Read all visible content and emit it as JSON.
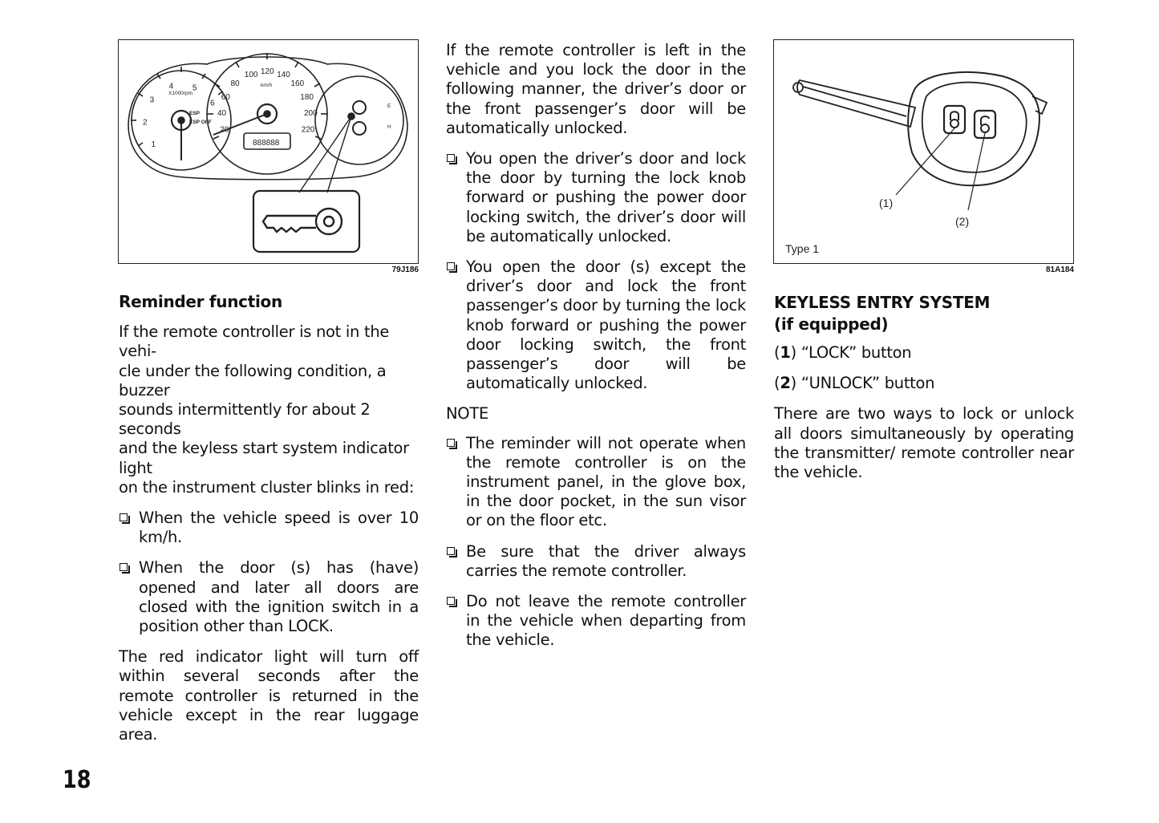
{
  "page_number": "18",
  "figure_left": {
    "code": "79J186",
    "speed_ticks": [
      "20",
      "40",
      "60",
      "80",
      "100",
      "120",
      "140",
      "160",
      "180",
      "200",
      "220"
    ],
    "rpm_ticks": [
      "1",
      "2",
      "3",
      "4",
      "5",
      "6"
    ],
    "labels": {
      "rpm_unit": "X1000rpm",
      "speed_unit": "km/h",
      "esp": "ESP",
      "esp_off": "ESP OFF",
      "odometer": "888888",
      "fuel_h": "H",
      "temp_e": "E"
    }
  },
  "figure_right": {
    "code": "81A184",
    "callout_1": "(1)",
    "callout_2": "(2)",
    "type_label": "Type 1"
  },
  "col1": {
    "heading": "Reminder function",
    "intro": "If the remote controller is not in the vehicle under the following condition, a buzzer sounds intermittently for about 2 seconds and the keyless start system indicator light on the instrument cluster blinks in red:",
    "intro_lines": [
      "If the remote controller is not in the vehi-",
      "cle under the following condition, a buzzer",
      "sounds intermittently for about 2 seconds",
      "and the keyless start system indicator light",
      "on the instrument cluster blinks in red:"
    ],
    "bullet1": "When the vehicle speed is over 10 km/h.",
    "bullet2": "When the door (s) has (have) opened and later all doors are closed with the ignition switch in a position other than LOCK.",
    "outro": "The red indicator light will turn off within several seconds after the remote controller is returned in the vehicle except in the rear luggage area."
  },
  "col2": {
    "intro": "If the remote controller is left in the vehicle and you lock the door in the following manner, the driver’s door or the front passenger’s door will be automatically unlocked.",
    "bullet1": "You open the driver’s door and lock the door by turning the lock knob forward or pushing the power door locking switch, the driver’s door will be automatically unlocked.",
    "bullet2": "You open the door (s) except the driver’s door and lock the front passenger’s door by turning the lock knob forward or pushing the power door locking switch, the front passenger’s door will be automatically unlocked.",
    "note_label": "NOTE",
    "note1": "The reminder will not operate when the remote controller is on the instrument panel, in the glove box, in the door pocket, in the sun visor or on the floor etc.",
    "note2": "Be sure that the driver always carries the remote controller.",
    "note3": "Do not leave the remote controller in the vehicle when departing from the vehicle."
  },
  "col3": {
    "heading_line1": "KEYLESS ENTRY SYSTEM",
    "heading_line2": "(if equipped)",
    "item1_num": "1",
    "item1_text": "“LOCK” button",
    "item2_num": "2",
    "item2_text": "“UNLOCK” button",
    "body": "There are two ways to lock or unlock all doors simultaneously by operating the transmitter/ remote controller near the vehicle."
  }
}
